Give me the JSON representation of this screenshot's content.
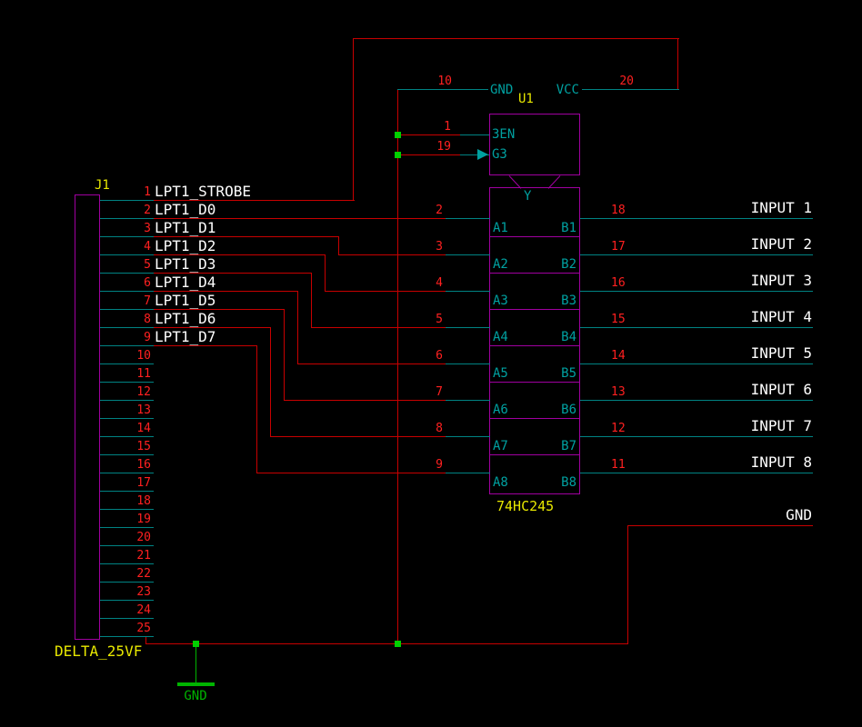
{
  "colors": {
    "background": "#000000",
    "wire": "#c80000",
    "pin_line": "#008383",
    "pin_number": "#ff2020",
    "pin_name": "#00a0a0",
    "outline": "#a000a0",
    "reference": "#e8e800",
    "net_label": "#ffffff",
    "junction": "#00d000",
    "ground": "#00b400"
  },
  "connector": {
    "reference": "J1",
    "value": "DELTA_25VF",
    "pins": [
      {
        "number": "1",
        "net": "LPT1_STROBE"
      },
      {
        "number": "2",
        "net": "LPT1_D0"
      },
      {
        "number": "3",
        "net": "LPT1_D1"
      },
      {
        "number": "4",
        "net": "LPT1_D2"
      },
      {
        "number": "5",
        "net": "LPT1_D3"
      },
      {
        "number": "6",
        "net": "LPT1_D4"
      },
      {
        "number": "7",
        "net": "LPT1_D5"
      },
      {
        "number": "8",
        "net": "LPT1_D6"
      },
      {
        "number": "9",
        "net": "LPT1_D7"
      },
      {
        "number": "10"
      },
      {
        "number": "11"
      },
      {
        "number": "12"
      },
      {
        "number": "13"
      },
      {
        "number": "14"
      },
      {
        "number": "15"
      },
      {
        "number": "16"
      },
      {
        "number": "17"
      },
      {
        "number": "18"
      },
      {
        "number": "19"
      },
      {
        "number": "20"
      },
      {
        "number": "21"
      },
      {
        "number": "22"
      },
      {
        "number": "23"
      },
      {
        "number": "24"
      },
      {
        "number": "25"
      }
    ]
  },
  "ic": {
    "reference": "U1",
    "value": "74HC245",
    "bus_label": "Y",
    "power_pins": [
      {
        "number": "10",
        "name": "GND"
      },
      {
        "number": "20",
        "name": "VCC"
      }
    ],
    "enable_pins": [
      {
        "number": "1",
        "name": "3EN"
      },
      {
        "number": "19",
        "name": "G3"
      }
    ],
    "a_pins": [
      {
        "number": "2",
        "name": "A1"
      },
      {
        "number": "3",
        "name": "A2"
      },
      {
        "number": "4",
        "name": "A3"
      },
      {
        "number": "5",
        "name": "A4"
      },
      {
        "number": "6",
        "name": "A5"
      },
      {
        "number": "7",
        "name": "A6"
      },
      {
        "number": "8",
        "name": "A7"
      },
      {
        "number": "9",
        "name": "A8"
      }
    ],
    "b_pins": [
      {
        "number": "18",
        "name": "B1",
        "net": "INPUT 1"
      },
      {
        "number": "17",
        "name": "B2",
        "net": "INPUT 2"
      },
      {
        "number": "16",
        "name": "B3",
        "net": "INPUT 3"
      },
      {
        "number": "15",
        "name": "B4",
        "net": "INPUT 4"
      },
      {
        "number": "14",
        "name": "B5",
        "net": "INPUT 5"
      },
      {
        "number": "13",
        "name": "B6",
        "net": "INPUT 6"
      },
      {
        "number": "12",
        "name": "B7",
        "net": "INPUT 7"
      },
      {
        "number": "11",
        "name": "B8",
        "net": "INPUT 8"
      }
    ]
  },
  "nets": {
    "gnd_label": "GND"
  },
  "ground_symbol": {
    "label": "GND"
  }
}
